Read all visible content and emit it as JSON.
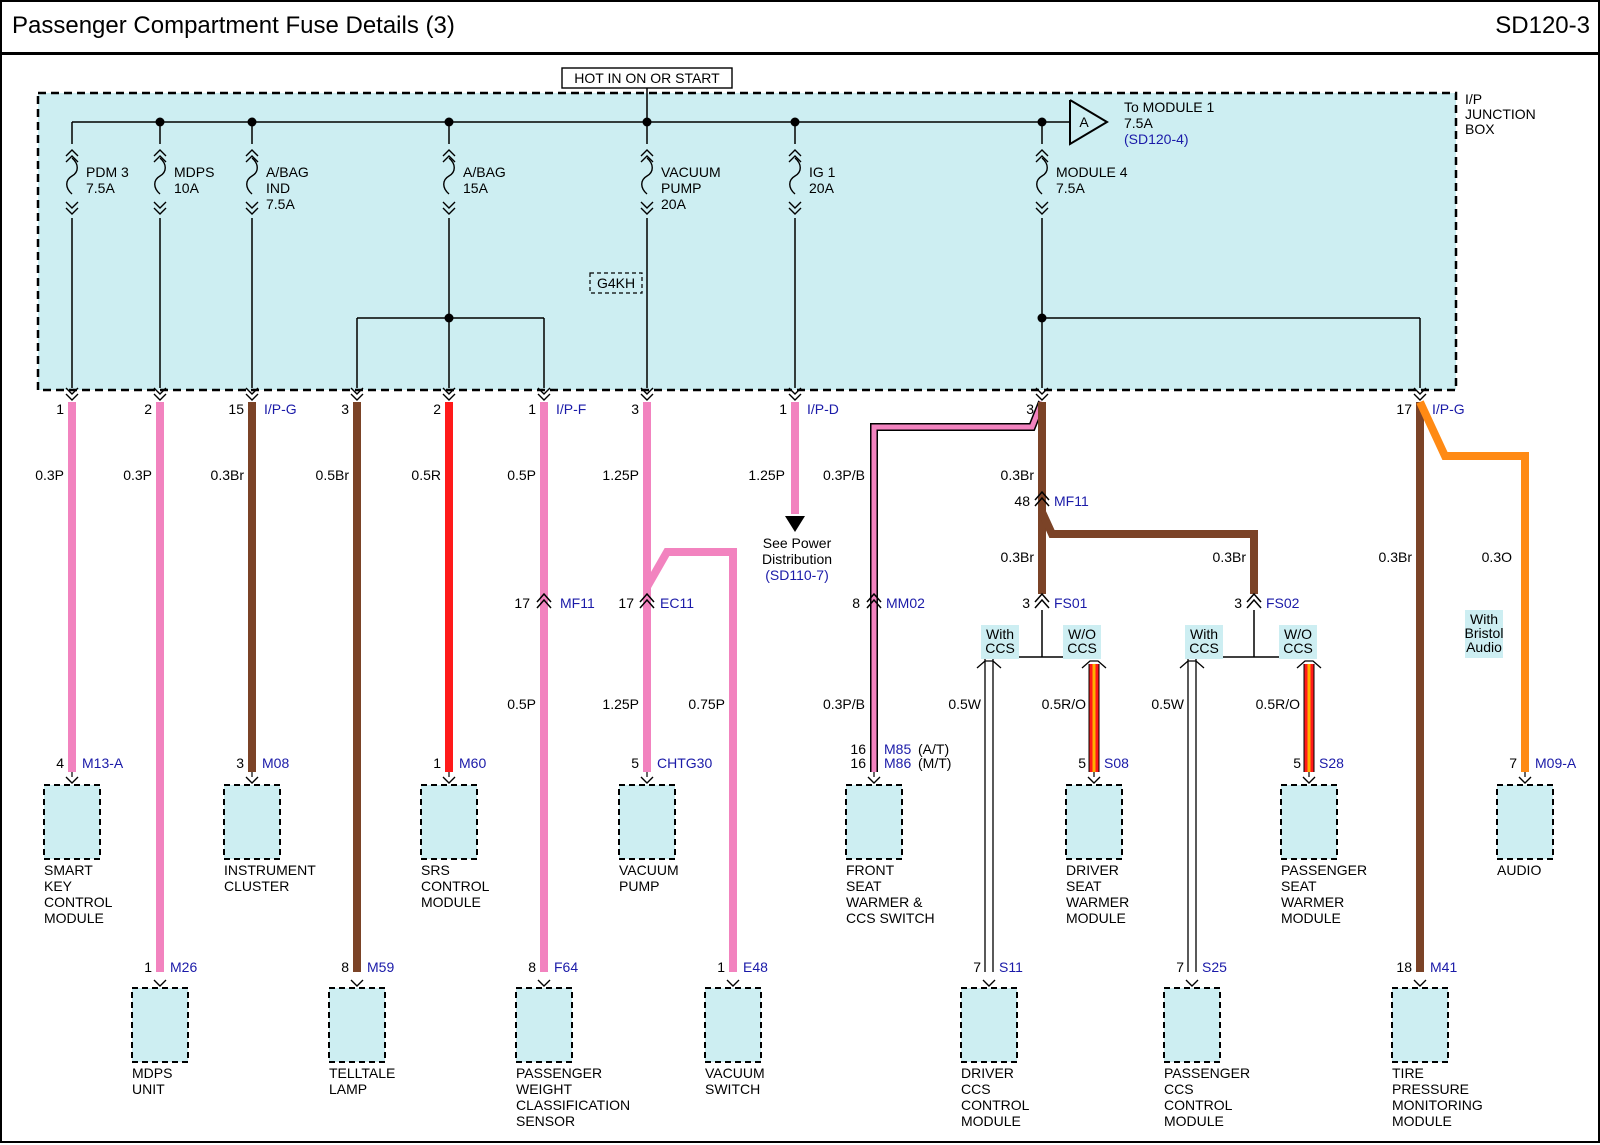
{
  "header": {
    "title": "Passenger Compartment Fuse Details (3)",
    "code": "SD120-3"
  },
  "colors": {
    "pink": "#f283bf",
    "brown": "#7b4327",
    "red": "#ff1a1a",
    "orange": "#ff8a14",
    "box": "#cdeef2",
    "blue_text": "#1a1aa8",
    "red_orange_core": "#ffb000"
  },
  "top": {
    "hot_label": "HOT IN ON OR START",
    "box_label": [
      "I/P",
      "JUNCTION",
      "BOX"
    ],
    "engine_label": "G4KH",
    "to_module": {
      "letter": "A",
      "line1": "To MODULE 1",
      "line2": "7.5A",
      "ref": "(SD120-4)"
    }
  },
  "fuses": [
    {
      "lines": [
        "PDM 3",
        "7.5A"
      ]
    },
    {
      "lines": [
        "MDPS",
        "10A"
      ]
    },
    {
      "lines": [
        "A/BAG",
        "IND",
        "7.5A"
      ]
    },
    {
      "lines": [
        "A/BAG",
        "15A"
      ]
    },
    {
      "lines": [
        "VACUUM",
        "PUMP",
        "20A"
      ]
    },
    {
      "lines": [
        "IG 1",
        "20A"
      ]
    },
    {
      "lines": [
        "MODULE 4",
        "7.5A"
      ]
    }
  ],
  "pins": [
    {
      "num": "1",
      "conn": ""
    },
    {
      "num": "2",
      "conn": ""
    },
    {
      "num": "15",
      "conn": "I/P-G"
    },
    {
      "num": "3",
      "conn": ""
    },
    {
      "num": "2",
      "conn": ""
    },
    {
      "num": "1",
      "conn": "I/P-F"
    },
    {
      "num": "3",
      "conn": ""
    },
    {
      "num": "1",
      "conn": "I/P-D"
    },
    {
      "num": "3",
      "conn": ""
    },
    {
      "num": "17",
      "conn": "I/P-G"
    }
  ],
  "wire_labels": [
    "0.3P",
    "0.3P",
    "0.3Br",
    "0.5Br",
    "0.5R",
    "0.5P",
    "1.25P",
    "1.25P",
    "0.3P/B",
    "0.3Br",
    "0.3Br",
    "0.3Br",
    "0.3Br",
    "0.3O",
    "0.5P",
    "1.25P",
    "0.75P",
    "0.3P/B",
    "0.5W",
    "0.5R/O",
    "0.5W",
    "0.5R/O"
  ],
  "splices": [
    {
      "num": "48",
      "name": "MF11"
    },
    {
      "num": "3",
      "name": "FS01"
    },
    {
      "num": "3",
      "name": "FS02"
    },
    {
      "num": "17",
      "name": "MF11"
    },
    {
      "num": "17",
      "name": "EC11"
    },
    {
      "num": "8",
      "name": "MM02"
    }
  ],
  "options": [
    {
      "lines": [
        "With",
        "CCS"
      ]
    },
    {
      "lines": [
        "W/O",
        "CCS"
      ]
    },
    {
      "lines": [
        "With",
        "CCS"
      ]
    },
    {
      "lines": [
        "W/O",
        "CCS"
      ]
    },
    {
      "lines": [
        "With",
        "Bristol",
        "Audio"
      ]
    }
  ],
  "see_power": {
    "lines": [
      "See Power",
      "Distribution"
    ],
    "ref": "(SD110-7)"
  },
  "components": [
    {
      "pin": "4",
      "conn": "M13-A",
      "name": [
        "SMART",
        "KEY",
        "CONTROL",
        "MODULE"
      ]
    },
    {
      "pin": "3",
      "conn": "M08",
      "name": [
        "INSTRUMENT",
        "CLUSTER"
      ]
    },
    {
      "pin": "1",
      "conn": "M60",
      "name": [
        "SRS",
        "CONTROL",
        "MODULE"
      ]
    },
    {
      "pin": "5",
      "conn": "CHTG30",
      "name": [
        "VACUUM",
        "PUMP"
      ]
    },
    {
      "pin": "16",
      "conn": "M85",
      "pin2": "16",
      "conn2": "M86",
      "suffix": "(A/T)",
      "suffix2": "(M/T)",
      "name": [
        "FRONT",
        "SEAT",
        "WARMER &",
        "CCS SWITCH"
      ]
    },
    {
      "pin": "5",
      "conn": "S08",
      "name": [
        "DRIVER",
        "SEAT",
        "WARMER",
        "MODULE"
      ]
    },
    {
      "pin": "5",
      "conn": "S28",
      "name": [
        "PASSENGER",
        "SEAT",
        "WARMER",
        "MODULE"
      ]
    },
    {
      "pin": "7",
      "conn": "M09-A",
      "name": [
        "AUDIO"
      ]
    },
    {
      "pin": "1",
      "conn": "M26",
      "name": [
        "MDPS",
        "UNIT"
      ]
    },
    {
      "pin": "8",
      "conn": "M59",
      "name": [
        "TELLTALE",
        "LAMP"
      ]
    },
    {
      "pin": "8",
      "conn": "F64",
      "name": [
        "PASSENGER",
        "WEIGHT",
        "CLASSIFICATION",
        "SENSOR"
      ]
    },
    {
      "pin": "1",
      "conn": "E48",
      "name": [
        "VACUUM",
        "SWITCH"
      ]
    },
    {
      "pin": "7",
      "conn": "S11",
      "name": [
        "DRIVER",
        "CCS",
        "CONTROL",
        "MODULE"
      ]
    },
    {
      "pin": "7",
      "conn": "S25",
      "name": [
        "PASSENGER",
        "CCS",
        "CONTROL",
        "MODULE"
      ]
    },
    {
      "pin": "18",
      "conn": "M41",
      "name": [
        "TIRE",
        "PRESSURE",
        "MONITORING",
        "MODULE"
      ]
    }
  ]
}
